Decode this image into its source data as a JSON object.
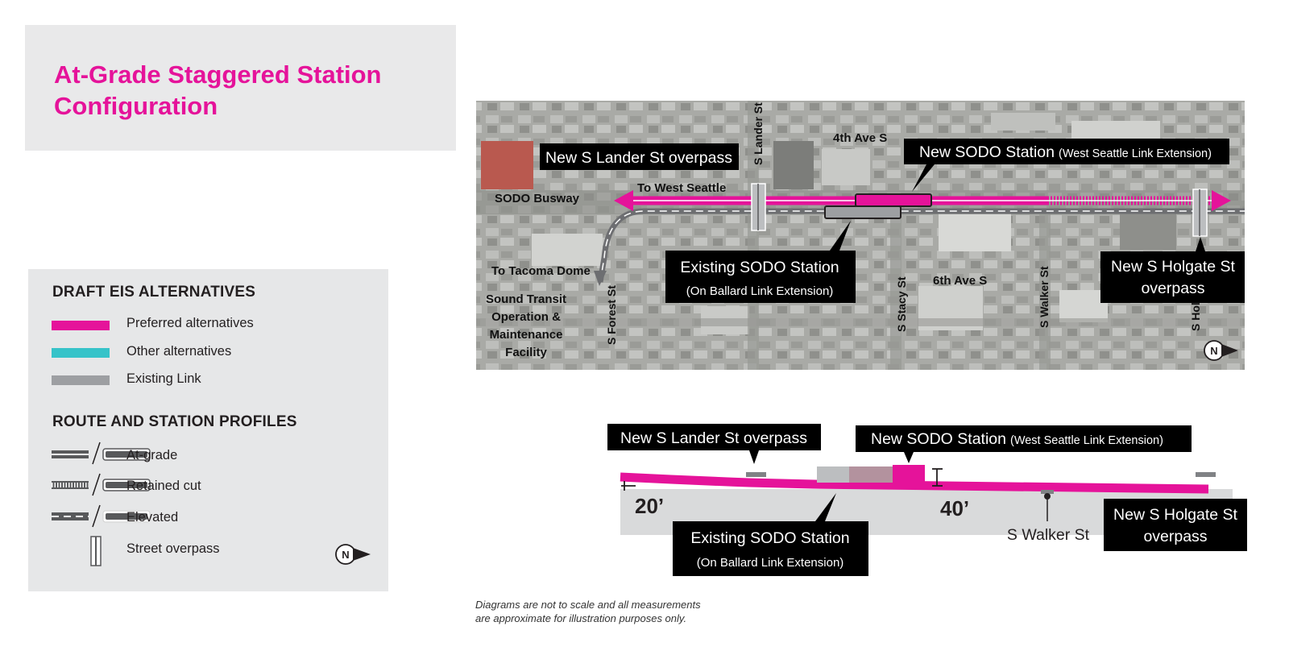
{
  "title": {
    "line1": "At-Grade Staggered Station",
    "line2": "Configuration"
  },
  "legend": {
    "heading_alternatives": "DRAFT EIS ALTERNATIVES",
    "alternatives": [
      {
        "label": "Preferred alternatives",
        "color": "#e5139a"
      },
      {
        "label": "Other alternatives",
        "color": "#36c3c9"
      },
      {
        "label": "Existing Link",
        "color": "#9d9fa2"
      }
    ],
    "heading_profiles": "ROUTE AND STATION PROFILES",
    "profiles": [
      {
        "label": "At-grade",
        "icon": "at-grade-icon"
      },
      {
        "label": "Retained cut",
        "icon": "retained-cut-icon"
      },
      {
        "label": "Elevated",
        "icon": "elevated-icon"
      },
      {
        "label": "Street overpass",
        "icon": "street-overpass-icon"
      }
    ],
    "north": "N"
  },
  "map": {
    "labels": {
      "lander_overpass": "New S Lander St overpass",
      "new_station": "New SODO Station",
      "new_station_sub": "(West Seattle Link Extension)",
      "existing_station": "Existing SODO Station",
      "existing_station_sub": "(On Ballard Link Extension)",
      "holgate_overpass_1": "New S Holgate St",
      "holgate_overpass_2": "overpass",
      "to_west_seattle": "To West Seattle",
      "sodo_busway": "SODO Busway",
      "to_tacoma": "To Tacoma Dome",
      "om_1": "Sound Transit",
      "om_2": "Operation &",
      "om_3": "Maintenance",
      "om_4": "Facility",
      "ave4": "4th Ave S",
      "ave6": "6th Ave S",
      "lander_st": "S Lander St",
      "forest_st": "S Forest St",
      "stacy_st": "S Stacy St",
      "walker_st": "S Walker St",
      "holgate_st": "S Hol",
      "north": "N"
    }
  },
  "profile": {
    "labels": {
      "lander_overpass": "New S Lander St overpass",
      "new_station": "New SODO Station",
      "new_station_sub": "(West Seattle Link Extension)",
      "existing_station": "Existing SODO Station",
      "existing_station_sub": "(On Ballard Link Extension)",
      "holgate_overpass_1": "New S Holgate St",
      "holgate_overpass_2": "overpass",
      "walker_st": "S Walker St",
      "depth_20": "20’",
      "depth_40": "40’"
    }
  },
  "note": {
    "line1": "Diagrams are not to scale and all measurements",
    "line2": "are approximate for illustration purposes only."
  }
}
